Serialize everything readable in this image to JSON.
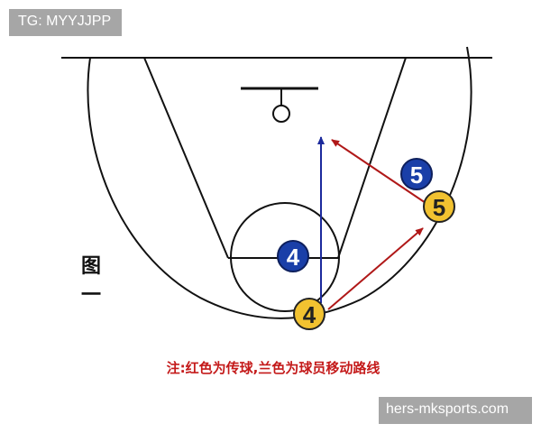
{
  "watermarks": {
    "top_left": "TG: MYYJJPP",
    "bottom_right": "hers-mksports.com"
  },
  "diagram": {
    "figure_label": "图一",
    "legend_note": "注:红色为传球,兰色为球员移动路线",
    "players": [
      {
        "number": "4",
        "team": "blue"
      },
      {
        "number": "5",
        "team": "blue"
      },
      {
        "number": "4",
        "team": "yellow"
      },
      {
        "number": "5",
        "team": "yellow"
      }
    ],
    "arrow_meaning": {
      "red": "pass",
      "blue": "player movement"
    }
  },
  "colors": {
    "court_lines": "#111111",
    "blue_player": "#1a3fa8",
    "yellow_player": "#f2c230",
    "pass_arrow": "#b01818",
    "move_arrow": "#1c2a9c",
    "note_text": "#c41a1a",
    "watermark_bg": "#a6a6a6"
  }
}
